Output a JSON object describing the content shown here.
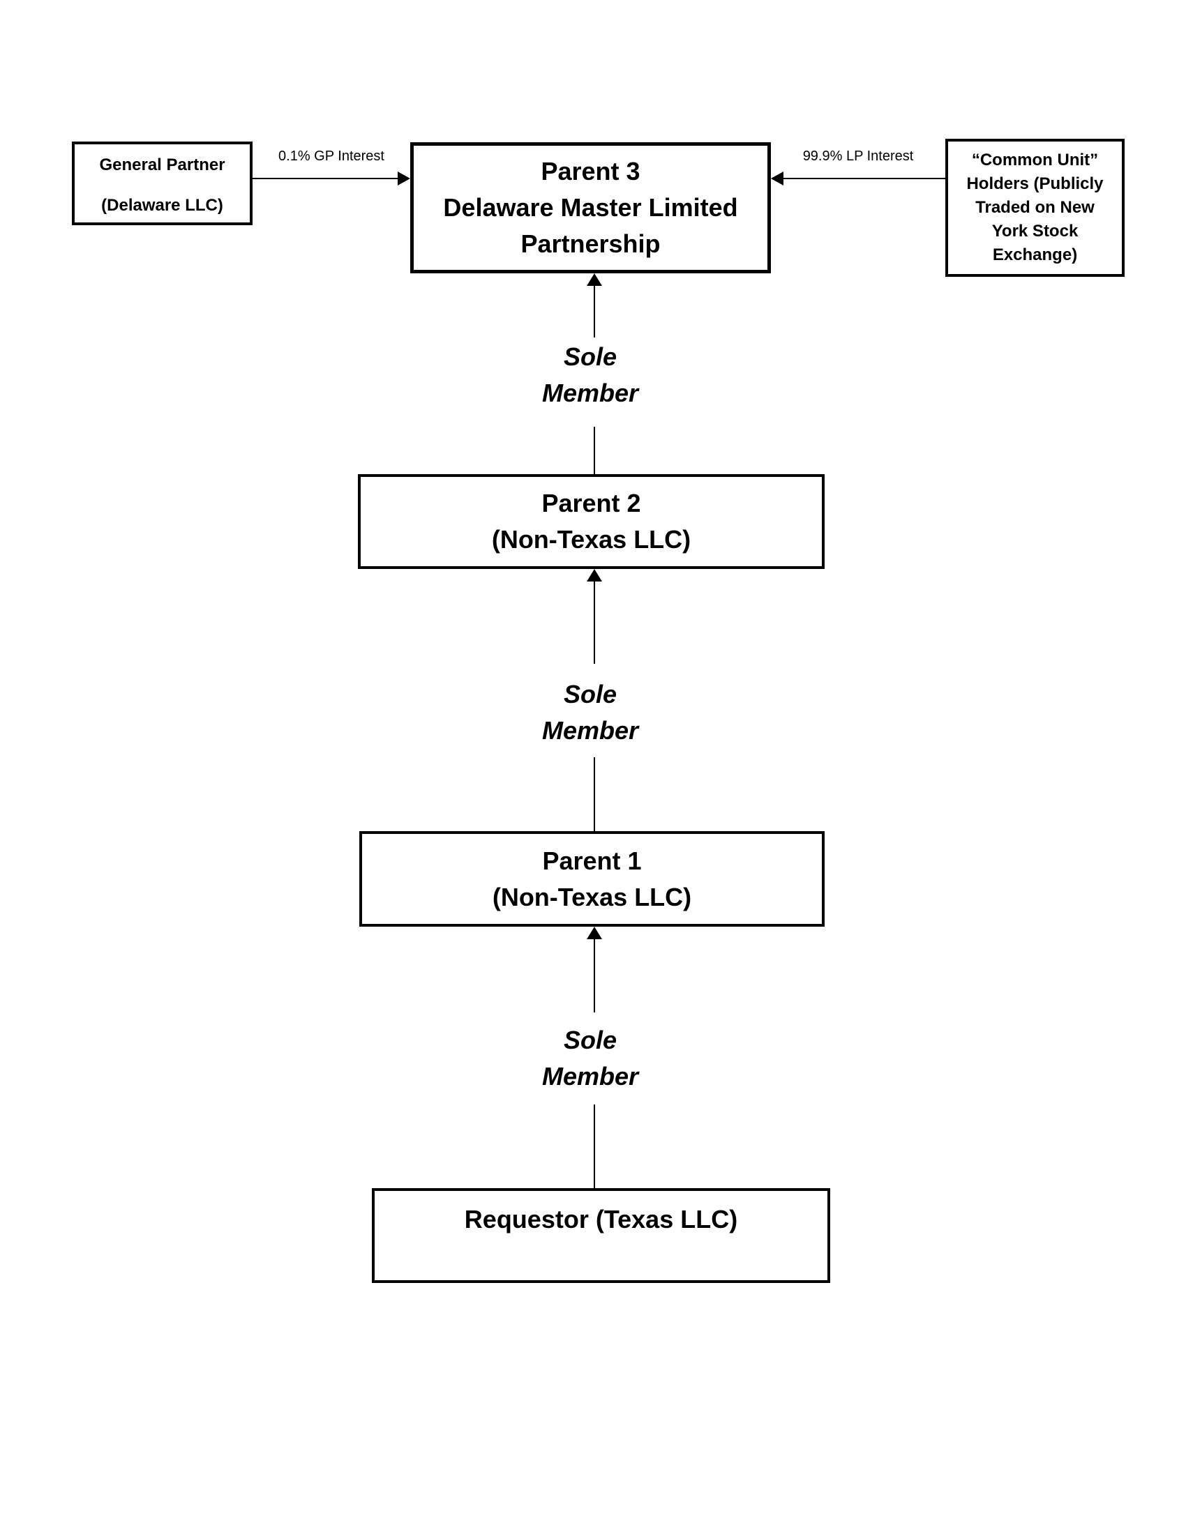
{
  "diagram": {
    "colors": {
      "background": "#ffffff",
      "line": "#000000",
      "text": "#000000"
    },
    "boxes": {
      "general_partner": {
        "lines": [
          "General Partner",
          "(Delaware LLC)"
        ]
      },
      "parent3": {
        "lines": [
          "Parent 3",
          "Delaware Master Limited",
          "Partnership"
        ]
      },
      "common_unit_holders": {
        "lines": [
          "“Common Unit”",
          "Holders (Publicly",
          "Traded on New",
          "York Stock",
          "Exchange)"
        ]
      },
      "parent2": {
        "lines": [
          "Parent 2",
          "(Non-Texas LLC)"
        ]
      },
      "parent1": {
        "lines": [
          "Parent 1",
          "(Non-Texas LLC)"
        ]
      },
      "requestor": {
        "lines": [
          "Requestor (Texas LLC)"
        ]
      }
    },
    "edges": {
      "gp_interest": {
        "label": "0.1% GP Interest",
        "from": "general_partner",
        "to": "parent3"
      },
      "lp_interest": {
        "label": "99.9% LP Interest",
        "from": "common_unit_holders",
        "to": "parent3"
      },
      "sole_member_parent2_to_parent3": {
        "lines": [
          "Sole",
          "Member"
        ],
        "from": "parent2",
        "to": "parent3"
      },
      "sole_member_parent1_to_parent2": {
        "lines": [
          "Sole",
          "Member"
        ],
        "from": "parent1",
        "to": "parent2"
      },
      "sole_member_requestor_to_parent1": {
        "lines": [
          "Sole",
          "Member"
        ],
        "from": "requestor",
        "to": "parent1"
      }
    }
  }
}
